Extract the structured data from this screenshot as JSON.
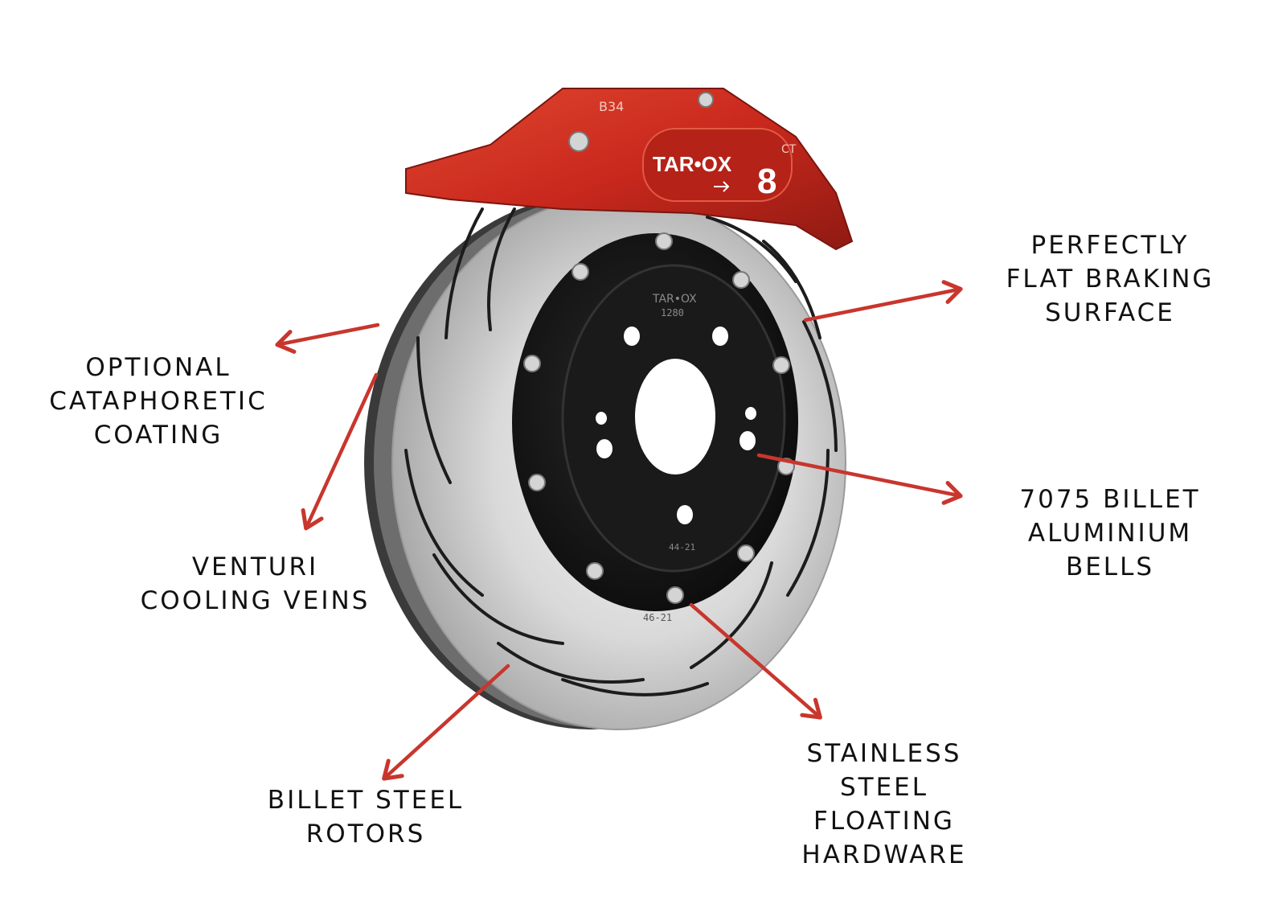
{
  "colors": {
    "arrow": "#c8362d",
    "text": "#111111",
    "caliper": "#c9281d",
    "rotor": "#c9c9c9",
    "bell": "#141414"
  },
  "product": {
    "caliper_logo": "TAR•OX",
    "caliper_pistons": "8",
    "caliper_stamp_left": "B34",
    "caliper_stamp_ct": "CT",
    "bell_logo": "TAR•OX",
    "bell_code": "1280",
    "bell_stamp_lower": "44-21",
    "rotor_stamp": "46-21"
  },
  "labels": {
    "perfectly_flat": [
      "PERFECTLY",
      "FLAT BRAKING",
      "SURFACE"
    ],
    "optional_coating": [
      "OPTIONAL",
      "CATAPHORETIC",
      "COATING"
    ],
    "billet_bells": [
      "7075 BILLET",
      "ALUMINIUM",
      "BELLS"
    ],
    "venturi": [
      "VENTURI",
      "COOLING VEINS"
    ],
    "billet_rotors": [
      "BILLET STEEL",
      "ROTORS"
    ],
    "floating_hardware": [
      "STAINLESS",
      "STEEL",
      "FLOATING",
      "HARDWARE"
    ]
  }
}
